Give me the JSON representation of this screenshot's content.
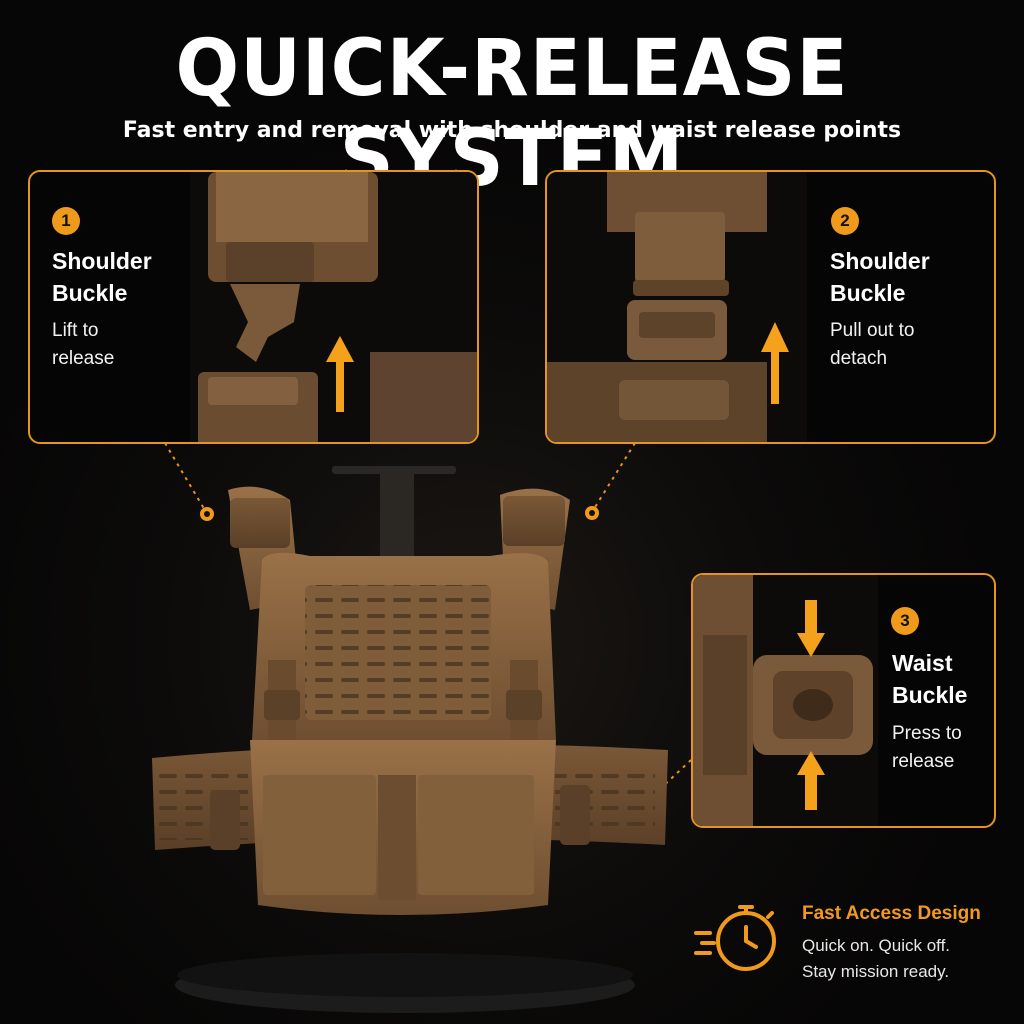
{
  "header": {
    "title": "QUICK-RELEASE SYSTEM",
    "subtitle": "Fast entry and removal with shoulder and waist release points"
  },
  "callouts": [
    {
      "number": "1",
      "title_line1": "Shoulder",
      "title_line2": "Buckle",
      "desc_line1": "Lift to",
      "desc_line2": "release"
    },
    {
      "number": "2",
      "title_line1": "Shoulder",
      "title_line2": "Buckle",
      "desc_line1": "Pull out to",
      "desc_line2": "detach"
    },
    {
      "number": "3",
      "title_line1": "Waist",
      "title_line2": "Buckle",
      "desc_line1": "Press to",
      "desc_line2": "release"
    }
  ],
  "feature": {
    "title": "Fast Access Design",
    "line1": "Quick on. Quick off.",
    "line2": "Stay mission ready.",
    "icon": "stopwatch-icon"
  },
  "colors": {
    "accent": "#f09a1c",
    "background": "#0a0908",
    "coyote": "#8a6440"
  }
}
